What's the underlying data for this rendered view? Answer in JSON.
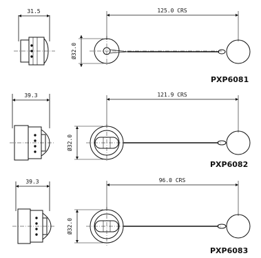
{
  "parts": [
    {
      "part_number": "PXP6081",
      "side_width": "31.5",
      "chain_length": "125.0 CRS",
      "diameter": "Ø32.0"
    },
    {
      "part_number": "PXP6082",
      "side_width": "39.3",
      "chain_length": "121.9 CRS",
      "diameter": "Ø32.0"
    },
    {
      "part_number": "PXP6083",
      "side_width": "39.3",
      "chain_length": "96.0 CRS",
      "diameter": "Ø32.0"
    }
  ],
  "colors": {
    "line": "#111111",
    "background": "#ffffff"
  }
}
